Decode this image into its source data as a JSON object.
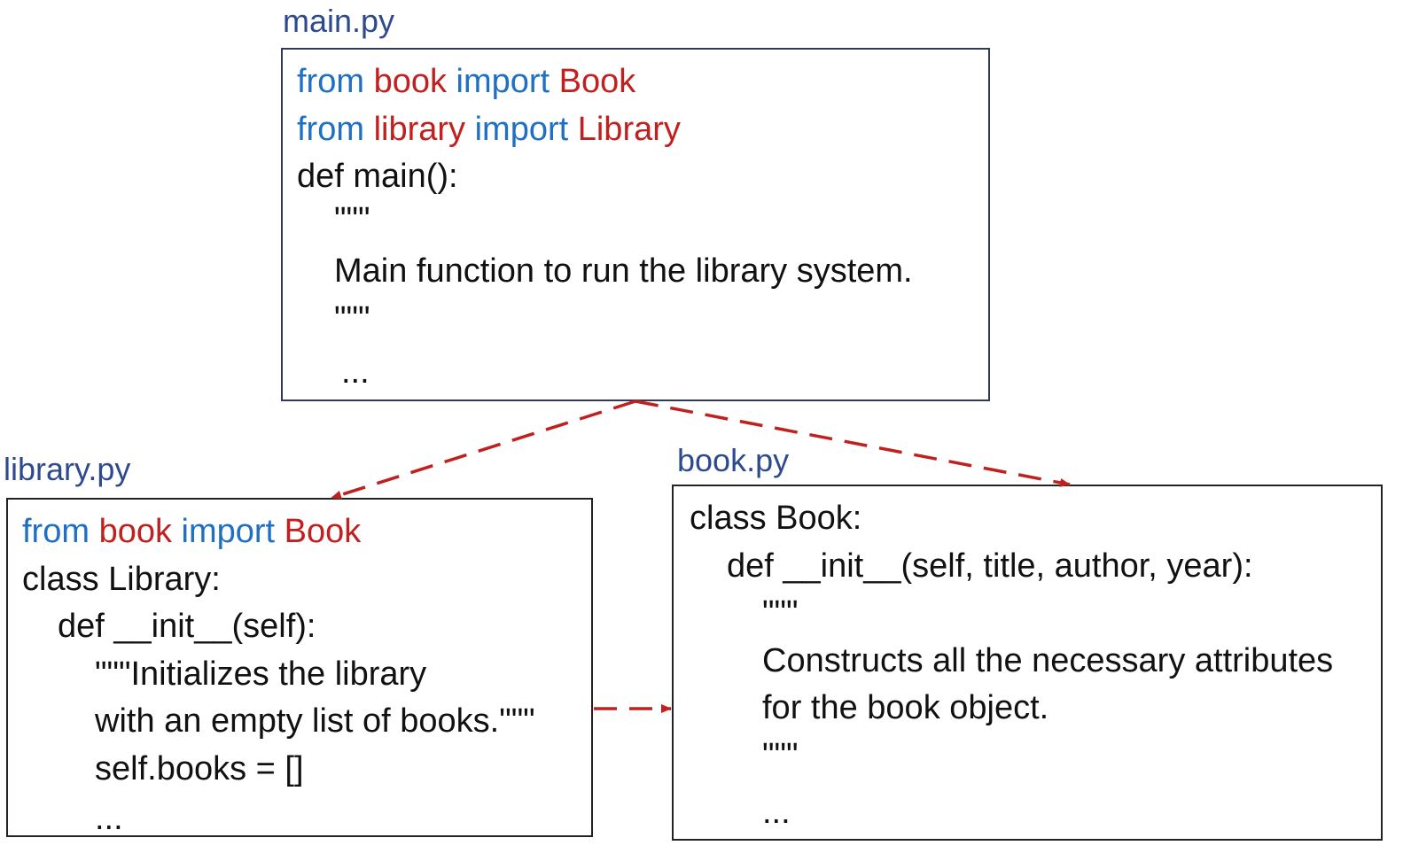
{
  "colors": {
    "label": "#2E4A8F",
    "keyword": "#1F6FC2",
    "module": "#C0201E",
    "text": "#111111",
    "arrow": "#C0201E",
    "box_border_main": "#2E3A5A",
    "box_border": "#222222"
  },
  "main_file": {
    "label": "main.py",
    "lines": [
      [
        {
          "t": "from ",
          "c": "keyword"
        },
        {
          "t": "book ",
          "c": "module"
        },
        {
          "t": "import ",
          "c": "keyword"
        },
        {
          "t": "Book",
          "c": "module"
        }
      ],
      [
        {
          "t": "from ",
          "c": "keyword"
        },
        {
          "t": "library ",
          "c": "module"
        },
        {
          "t": "import ",
          "c": "keyword"
        },
        {
          "t": "Library",
          "c": "module"
        }
      ],
      [
        {
          "t": "def main():",
          "c": "text"
        }
      ],
      [
        {
          "t": "\"\"\"",
          "c": "text"
        }
      ],
      [
        {
          "t": "Main function to run the library system.",
          "c": "text"
        }
      ],
      [
        {
          "t": "\"\"\"",
          "c": "text"
        }
      ],
      [
        {
          "t": "...",
          "c": "text"
        }
      ]
    ]
  },
  "library_file": {
    "label": "library.py",
    "lines": [
      [
        {
          "t": "from ",
          "c": "keyword"
        },
        {
          "t": "book ",
          "c": "module"
        },
        {
          "t": "import ",
          "c": "keyword"
        },
        {
          "t": "Book",
          "c": "module"
        }
      ],
      [
        {
          "t": "class Library:",
          "c": "text"
        }
      ],
      [
        {
          "t": "def __init__(self):",
          "c": "text"
        }
      ],
      [
        {
          "t": "\"\"\"Initializes the library",
          "c": "text"
        }
      ],
      [
        {
          "t": "with an empty list of books.\"\"\"",
          "c": "text"
        }
      ],
      [
        {
          "t": "self.books = []",
          "c": "text"
        }
      ],
      [
        {
          "t": "...",
          "c": "text"
        }
      ]
    ]
  },
  "book_file": {
    "label": "book.py",
    "lines": [
      [
        {
          "t": "class Book:",
          "c": "text"
        }
      ],
      [
        {
          "t": "def __init__(self, title, author, year):",
          "c": "text"
        }
      ],
      [
        {
          "t": "\"\"\"",
          "c": "text"
        }
      ],
      [
        {
          "t": "Constructs all the necessary attributes",
          "c": "text"
        }
      ],
      [
        {
          "t": "for the book object.",
          "c": "text"
        }
      ],
      [
        {
          "t": "\"\"\"",
          "c": "text"
        }
      ],
      [
        {
          "t": "...",
          "c": "text"
        }
      ]
    ]
  },
  "dependencies": [
    {
      "from": "main.py",
      "to": "library.py"
    },
    {
      "from": "main.py",
      "to": "book.py"
    },
    {
      "from": "library.py",
      "to": "book.py"
    }
  ]
}
